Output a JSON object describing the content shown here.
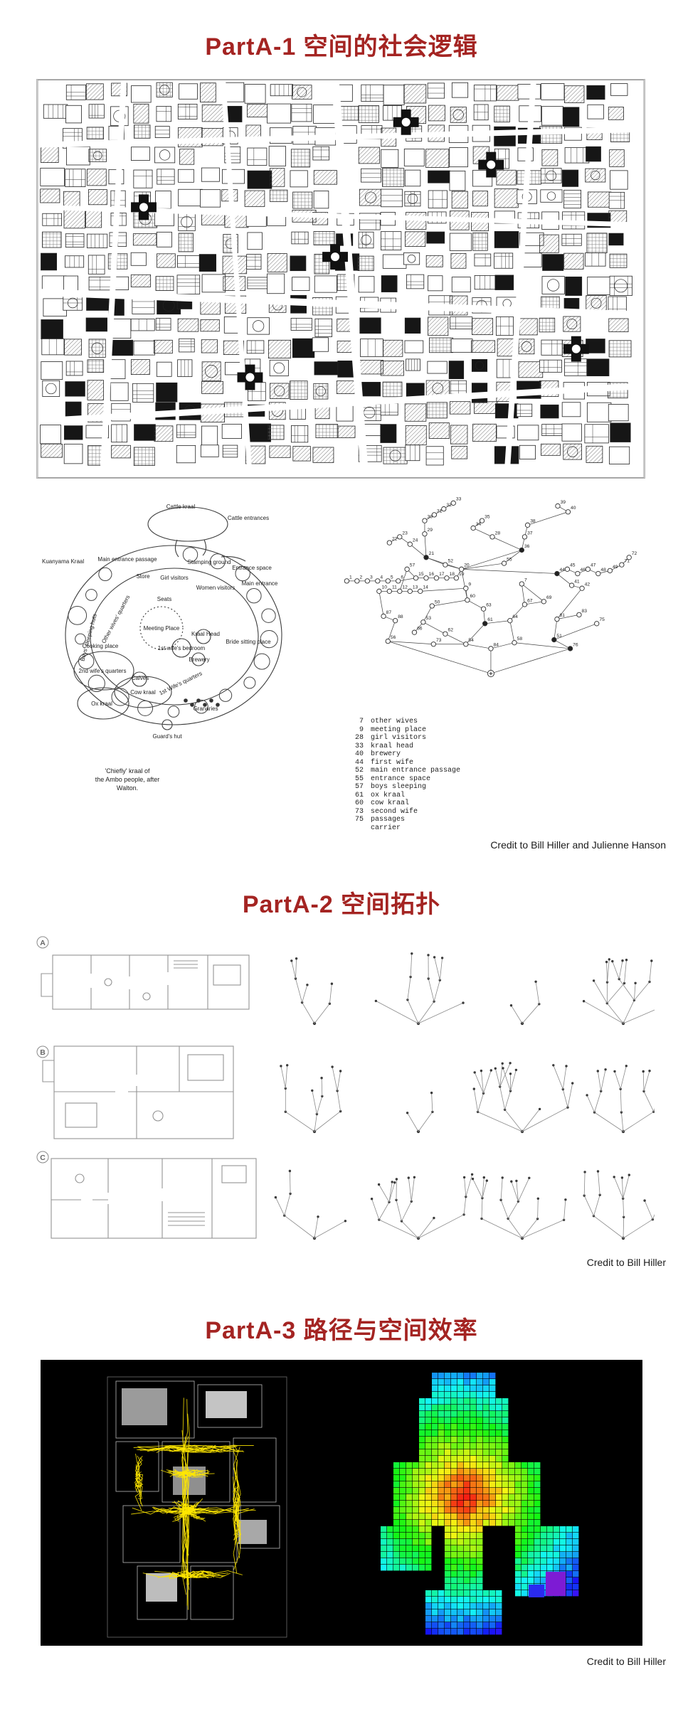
{
  "page": {
    "accent": "#a42422",
    "background": "#ffffff"
  },
  "sections": [
    {
      "title": "PartA-1 空间的社会逻辑",
      "credit": "Credit to Bill Hiller and Julienne Hanson"
    },
    {
      "title": "PartA-2 空间拓扑",
      "credit": "Credit to Bill Hiller"
    },
    {
      "title": "PartA-3 路径与空间效率",
      "credit": "Credit to Bill Hiller"
    }
  ],
  "kraal": {
    "labels": [
      "Cattle kraal",
      "Cattle entrances",
      "Kuanyama Kraal",
      "Main entrance passage",
      "Entrance space",
      "Stamping ground",
      "Main entrance",
      "Store",
      "Girl visitors",
      "Women visitors",
      "Seats",
      "Boys' sleeping huts",
      "Other wives' quarters",
      "Cooking place",
      "Meeting Place",
      "1st wife's bedroom",
      "Kraal Head",
      "Bride sitting place",
      "Brewery",
      "2nd wife's quarters",
      "Calves",
      "Cow kraal",
      "Ox kraal",
      "1st Wife's quarters",
      "Granaries",
      "Guard's hut"
    ],
    "caption1": "'Chiefly' kraal of",
    "caption2": "the Ambo people, after",
    "caption3": "Walton."
  },
  "graph_legend": [
    {
      "num": "7",
      "label": "other wives"
    },
    {
      "num": "9",
      "label": "meeting place"
    },
    {
      "num": "28",
      "label": "girl visitors"
    },
    {
      "num": "33",
      "label": "kraal head"
    },
    {
      "num": "40",
      "label": "brewery"
    },
    {
      "num": "44",
      "label": "first wife"
    },
    {
      "num": "52",
      "label": "main entrance passage"
    },
    {
      "num": "55",
      "label": "entrance space"
    },
    {
      "num": "57",
      "label": "boys sleeping"
    },
    {
      "num": "61",
      "label": "ox kraal"
    },
    {
      "num": "60",
      "label": "cow kraal"
    },
    {
      "num": "73",
      "label": "second wife"
    },
    {
      "num": "75",
      "label": "passages"
    },
    {
      "num": "",
      "label": "carrier"
    }
  ],
  "kraal_graph": {
    "nodes": [
      [
        "33",
        157,
        10
      ],
      [
        "32",
        144,
        18
      ],
      [
        "31",
        131,
        26
      ],
      [
        "30",
        118,
        34
      ],
      [
        "39",
        299,
        14
      ],
      [
        "40",
        313,
        22
      ],
      [
        "29",
        118,
        52
      ],
      [
        "35",
        196,
        34
      ],
      [
        "34",
        184,
        44
      ],
      [
        "28",
        210,
        56
      ],
      [
        "23",
        84,
        56
      ],
      [
        "22",
        70,
        64
      ],
      [
        "24",
        98,
        66
      ],
      [
        "38",
        258,
        40
      ],
      [
        "37",
        254,
        56
      ],
      [
        "36",
        250,
        74,
        1
      ],
      [
        "21",
        120,
        84,
        1
      ],
      [
        "55",
        226,
        92
      ],
      [
        "52",
        146,
        94
      ],
      [
        "20",
        168,
        100
      ],
      [
        "1",
        12,
        116
      ],
      [
        "2",
        26,
        116
      ],
      [
        "3",
        40,
        116
      ],
      [
        "4",
        54,
        116
      ],
      [
        "5",
        68,
        116
      ],
      [
        "6",
        82,
        116
      ],
      [
        "15",
        106,
        112
      ],
      [
        "16",
        120,
        112
      ],
      [
        "17",
        134,
        112
      ],
      [
        "18",
        148,
        112
      ],
      [
        "19",
        161,
        112
      ],
      [
        "57",
        94,
        100
      ],
      [
        "44",
        298,
        106,
        1
      ],
      [
        "45",
        312,
        100
      ],
      [
        "46",
        326,
        106
      ],
      [
        "47",
        340,
        100
      ],
      [
        "48",
        354,
        106
      ],
      [
        "49",
        370,
        102
      ],
      [
        "71",
        386,
        94
      ],
      [
        "72",
        396,
        84
      ],
      [
        "41",
        318,
        122
      ],
      [
        "42",
        332,
        126
      ],
      [
        "7",
        250,
        120
      ],
      [
        "10",
        56,
        130
      ],
      [
        "11",
        70,
        130
      ],
      [
        "12",
        84,
        130
      ],
      [
        "13",
        98,
        130
      ],
      [
        "14",
        112,
        130
      ],
      [
        "9",
        174,
        126
      ],
      [
        "60",
        176,
        142
      ],
      [
        "50",
        128,
        150
      ],
      [
        "63",
        198,
        154
      ],
      [
        "67",
        254,
        148
      ],
      [
        "69",
        280,
        144
      ],
      [
        "87",
        62,
        164
      ],
      [
        "88",
        78,
        170
      ],
      [
        "53",
        116,
        172
      ],
      [
        "61",
        200,
        174,
        1
      ],
      [
        "64",
        234,
        170
      ],
      [
        "81",
        298,
        168
      ],
      [
        "83",
        328,
        162
      ],
      [
        "75",
        352,
        174
      ],
      [
        "62",
        146,
        188
      ],
      [
        "66",
        104,
        186
      ],
      [
        "56",
        68,
        198
      ],
      [
        "73",
        130,
        202
      ],
      [
        "54",
        174,
        202
      ],
      [
        "84",
        208,
        208
      ],
      [
        "58",
        240,
        200
      ],
      [
        "51",
        294,
        196,
        1
      ],
      [
        "76",
        316,
        208,
        1
      ],
      [
        "R",
        208,
        242
      ]
    ],
    "edges": [
      [
        "33",
        "32"
      ],
      [
        "32",
        "31"
      ],
      [
        "31",
        "30"
      ],
      [
        "30",
        "29"
      ],
      [
        "29",
        "21"
      ],
      [
        "39",
        "40"
      ],
      [
        "40",
        "38"
      ],
      [
        "35",
        "34"
      ],
      [
        "34",
        "28"
      ],
      [
        "28",
        "36"
      ],
      [
        "23",
        "24"
      ],
      [
        "22",
        "23"
      ],
      [
        "24",
        "21"
      ],
      [
        "38",
        "37"
      ],
      [
        "37",
        "36"
      ],
      [
        "36",
        "20"
      ],
      [
        "21",
        "20"
      ],
      [
        "52",
        "20"
      ],
      [
        "52",
        "21"
      ],
      [
        "55",
        "20"
      ],
      [
        "55",
        "36"
      ],
      [
        "1",
        "2"
      ],
      [
        "2",
        "3"
      ],
      [
        "3",
        "4"
      ],
      [
        "4",
        "5"
      ],
      [
        "5",
        "6"
      ],
      [
        "6",
        "15"
      ],
      [
        "15",
        "16"
      ],
      [
        "16",
        "17"
      ],
      [
        "17",
        "18"
      ],
      [
        "18",
        "19"
      ],
      [
        "19",
        "20"
      ],
      [
        "57",
        "12"
      ],
      [
        "57",
        "15"
      ],
      [
        "20",
        "44"
      ],
      [
        "44",
        "45"
      ],
      [
        "45",
        "46"
      ],
      [
        "46",
        "47"
      ],
      [
        "47",
        "48"
      ],
      [
        "48",
        "49"
      ],
      [
        "49",
        "71"
      ],
      [
        "71",
        "72"
      ],
      [
        "44",
        "41"
      ],
      [
        "41",
        "42"
      ],
      [
        "7",
        "67"
      ],
      [
        "7",
        "69"
      ],
      [
        "10",
        "11"
      ],
      [
        "11",
        "12"
      ],
      [
        "12",
        "13"
      ],
      [
        "13",
        "14"
      ],
      [
        "14",
        "9"
      ],
      [
        "9",
        "60"
      ],
      [
        "20",
        "60"
      ],
      [
        "60",
        "63"
      ],
      [
        "60",
        "50"
      ],
      [
        "50",
        "53"
      ],
      [
        "53",
        "62"
      ],
      [
        "62",
        "54"
      ],
      [
        "66",
        "53"
      ],
      [
        "63",
        "61"
      ],
      [
        "61",
        "54"
      ],
      [
        "61",
        "64"
      ],
      [
        "64",
        "58"
      ],
      [
        "67",
        "64"
      ],
      [
        "69",
        "67"
      ],
      [
        "10",
        "87"
      ],
      [
        "87",
        "88"
      ],
      [
        "88",
        "56"
      ],
      [
        "56",
        "73"
      ],
      [
        "73",
        "54"
      ],
      [
        "42",
        "81"
      ],
      [
        "81",
        "51"
      ],
      [
        "83",
        "81"
      ],
      [
        "75",
        "51"
      ],
      [
        "51",
        "76"
      ],
      [
        "58",
        "76"
      ],
      [
        "54",
        "84"
      ],
      [
        "58",
        "84"
      ],
      [
        "84",
        "R"
      ],
      [
        "76",
        "R"
      ],
      [
        "56",
        "R"
      ]
    ]
  },
  "plan_rows": [
    {
      "tag": "A"
    },
    {
      "tag": "B"
    },
    {
      "tag": "C"
    }
  ]
}
